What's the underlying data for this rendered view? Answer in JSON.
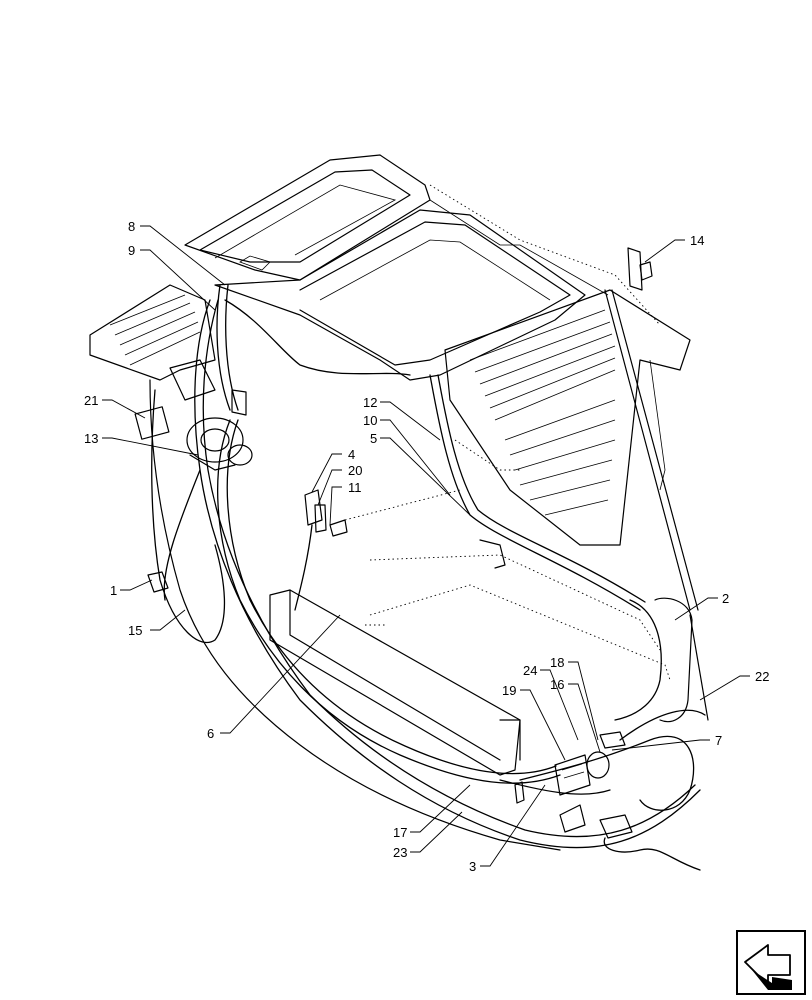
{
  "diagram": {
    "callouts": [
      {
        "id": "c8",
        "label": "8"
      },
      {
        "id": "c9",
        "label": "9"
      },
      {
        "id": "c14",
        "label": "14"
      },
      {
        "id": "c21",
        "label": "21"
      },
      {
        "id": "c13",
        "label": "13"
      },
      {
        "id": "c12",
        "label": "12"
      },
      {
        "id": "c10",
        "label": "10"
      },
      {
        "id": "c5",
        "label": "5"
      },
      {
        "id": "c4",
        "label": "4"
      },
      {
        "id": "c20",
        "label": "20"
      },
      {
        "id": "c11",
        "label": "11"
      },
      {
        "id": "c1",
        "label": "1"
      },
      {
        "id": "c15",
        "label": "15"
      },
      {
        "id": "c2",
        "label": "2"
      },
      {
        "id": "c6",
        "label": "6"
      },
      {
        "id": "c24",
        "label": "24"
      },
      {
        "id": "c18",
        "label": "18"
      },
      {
        "id": "c16",
        "label": "16"
      },
      {
        "id": "c19",
        "label": "19"
      },
      {
        "id": "c22",
        "label": "22"
      },
      {
        "id": "c7",
        "label": "7"
      },
      {
        "id": "c17",
        "label": "17"
      },
      {
        "id": "c23",
        "label": "23"
      },
      {
        "id": "c3",
        "label": "3"
      }
    ]
  },
  "navigation": {
    "icon": "next-page-arrow-icon"
  }
}
